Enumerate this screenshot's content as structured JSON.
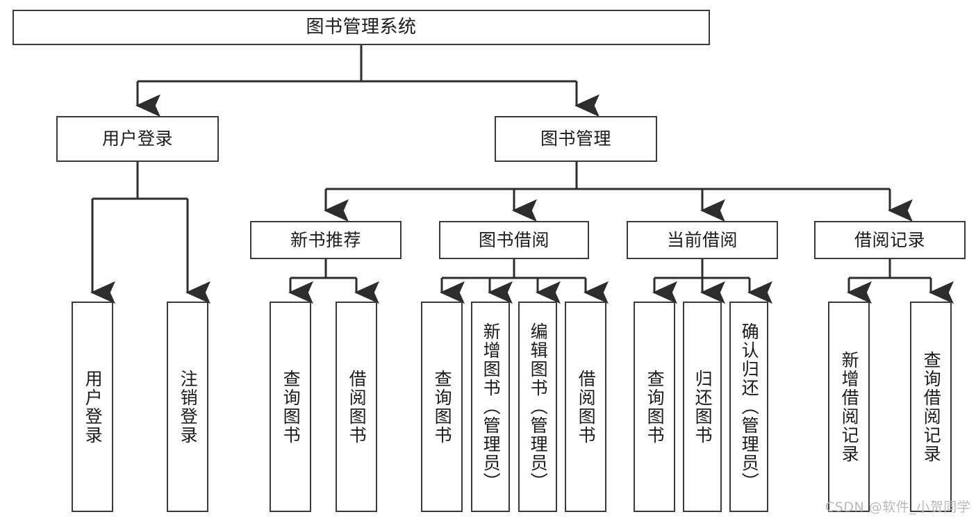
{
  "diagram": {
    "title": "图书管理系统",
    "type": "tree-hierarchy",
    "orientation": "top-down",
    "line_color": "#3a3a3a",
    "box_fill": "#ffffff",
    "text_color": "#1b1b1b",
    "root": {
      "id": "root",
      "label": "图书管理系统"
    },
    "level1": [
      {
        "id": "user-login",
        "label": "用户登录"
      },
      {
        "id": "book-manage",
        "label": "图书管理"
      }
    ],
    "level2": [
      {
        "id": "new-book-recommend",
        "label": "新书推荐",
        "parent": "book-manage"
      },
      {
        "id": "book-borrow",
        "label": "图书借阅",
        "parent": "book-manage"
      },
      {
        "id": "current-borrow",
        "label": "当前借阅",
        "parent": "book-manage"
      },
      {
        "id": "borrow-record",
        "label": "借阅记录",
        "parent": "book-manage"
      }
    ],
    "leaves": [
      {
        "id": "leaf-user-login",
        "label": "用户登录",
        "parent": "user-login"
      },
      {
        "id": "leaf-logout-login",
        "label": "注销登录",
        "parent": "user-login"
      },
      {
        "id": "leaf-query-book-1",
        "label": "查询图书",
        "parent": "new-book-recommend"
      },
      {
        "id": "leaf-borrow-book-1",
        "label": "借阅图书",
        "parent": "new-book-recommend"
      },
      {
        "id": "leaf-query-book-2",
        "label": "查询图书",
        "parent": "book-borrow"
      },
      {
        "id": "leaf-add-book",
        "label": "新增图书（管理员）",
        "parent": "book-borrow"
      },
      {
        "id": "leaf-edit-book",
        "label": "编辑图书（管理员）",
        "parent": "book-borrow"
      },
      {
        "id": "leaf-borrow-book-2",
        "label": "借阅图书",
        "parent": "book-borrow"
      },
      {
        "id": "leaf-query-book-3",
        "label": "查询图书",
        "parent": "current-borrow"
      },
      {
        "id": "leaf-return-book",
        "label": "归还图书",
        "parent": "current-borrow"
      },
      {
        "id": "leaf-confirm-return",
        "label": "确认归还（管理员）",
        "parent": "current-borrow"
      },
      {
        "id": "leaf-add-record",
        "label": "新增借阅记录",
        "parent": "borrow-record"
      },
      {
        "id": "leaf-query-record",
        "label": "查询借阅记录",
        "parent": "borrow-record"
      }
    ],
    "watermark": "CSDN @软件_小贺同学"
  }
}
